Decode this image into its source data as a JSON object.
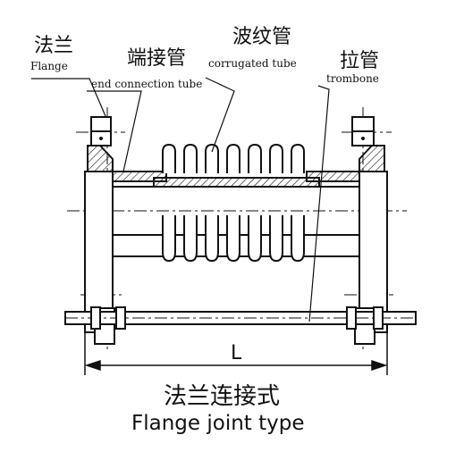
{
  "labels": {
    "flange_zh": "法兰",
    "flange_en": "Flange",
    "end_tube_zh": "端接管",
    "end_tube_en": "end connection tube",
    "corrugated_zh": "波纹管",
    "corrugated_en": "corrugated tube",
    "trombone_zh": "拉管",
    "trombone_en": "trombone",
    "dimension": "L"
  },
  "caption": {
    "zh": "法兰连接式",
    "en": "Flange joint type"
  },
  "colors": {
    "line": "#111111",
    "background": "#ffffff"
  }
}
